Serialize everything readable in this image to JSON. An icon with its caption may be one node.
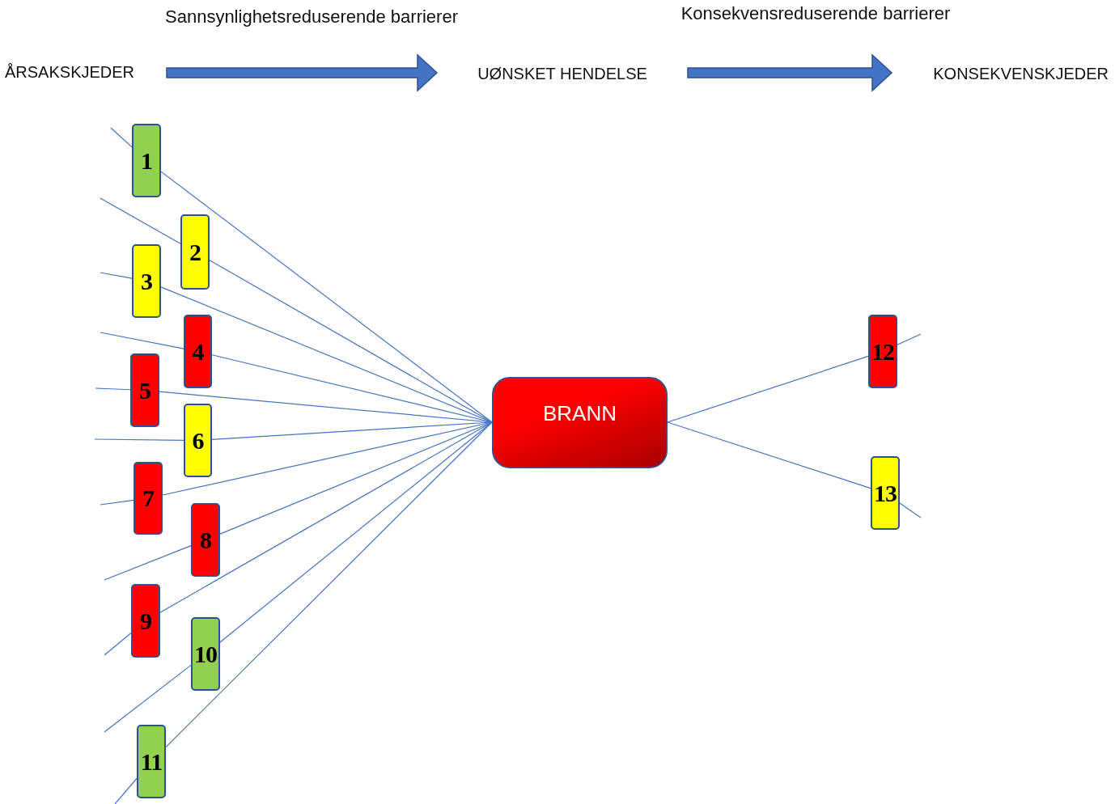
{
  "diagram": {
    "nodes": [
      {
        "text": [
          "ÅRSAKSKJEDER"
        ]
      },
      {
        "text": [
          "UØNSKET HENDELSE"
        ]
      },
      {
        "text": [
          "KONSEKVENSKJEDER"
        ]
      },
      {
        "text": [
          "1"
        ]
      },
      {
        "text": [
          "2"
        ]
      },
      {
        "text": [
          "3"
        ]
      },
      {
        "text": [
          "4"
        ]
      },
      {
        "text": [
          "5"
        ]
      },
      {
        "text": [
          "6"
        ]
      },
      {
        "text": [
          "7"
        ]
      },
      {
        "text": [
          "8"
        ]
      },
      {
        "text": [
          "9"
        ]
      },
      {
        "text": [
          "10"
        ]
      },
      {
        "text": [
          "11"
        ]
      },
      {
        "text": [
          "BRANN"
        ]
      },
      {
        "text": [
          "12"
        ]
      },
      {
        "text": [
          "13"
        ]
      }
    ],
    "edges": [
      {
        "from": 0,
        "to": 1,
        "arrow": "to",
        "style": "thick"
      },
      {
        "from": 1,
        "to": 2,
        "arrow": "to",
        "style": "thick"
      },
      {
        "from": null,
        "to": 3,
        "arrow": "none"
      },
      {
        "from": 3,
        "to": 14,
        "arrow": "none"
      },
      {
        "from": null,
        "to": 4,
        "arrow": "none"
      },
      {
        "from": 4,
        "to": 14,
        "arrow": "none"
      },
      {
        "from": null,
        "to": 5,
        "arrow": "none"
      },
      {
        "from": 5,
        "to": 14,
        "arrow": "none"
      },
      {
        "from": null,
        "to": 6,
        "arrow": "none"
      },
      {
        "from": 6,
        "to": 14,
        "arrow": "none"
      },
      {
        "from": null,
        "to": 7,
        "arrow": "none"
      },
      {
        "from": 7,
        "to": 14,
        "arrow": "none"
      },
      {
        "from": null,
        "to": 8,
        "arrow": "none"
      },
      {
        "from": 8,
        "to": 14,
        "arrow": "none"
      },
      {
        "from": null,
        "to": 9,
        "arrow": "none"
      },
      {
        "from": 9,
        "to": 14,
        "arrow": "none"
      },
      {
        "from": null,
        "to": 10,
        "arrow": "none"
      },
      {
        "from": 10,
        "to": 14,
        "arrow": "none"
      },
      {
        "from": null,
        "to": 11,
        "arrow": "none"
      },
      {
        "from": 11,
        "to": 14,
        "arrow": "none"
      },
      {
        "from": null,
        "to": 12,
        "arrow": "none"
      },
      {
        "from": 12,
        "to": 14,
        "arrow": "none"
      },
      {
        "from": null,
        "to": 13,
        "arrow": "none"
      },
      {
        "from": 13,
        "to": 14,
        "arrow": "none"
      },
      {
        "from": 14,
        "to": 15,
        "arrow": "none"
      },
      {
        "from": 15,
        "to": null,
        "arrow": "none"
      },
      {
        "from": 14,
        "to": 16,
        "arrow": "none"
      },
      {
        "from": 16,
        "to": null,
        "arrow": "none"
      }
    ],
    "labels": [
      "Sannsynlighetsreduserende barrierer",
      "Konsekvensreduserende barrierer"
    ]
  }
}
